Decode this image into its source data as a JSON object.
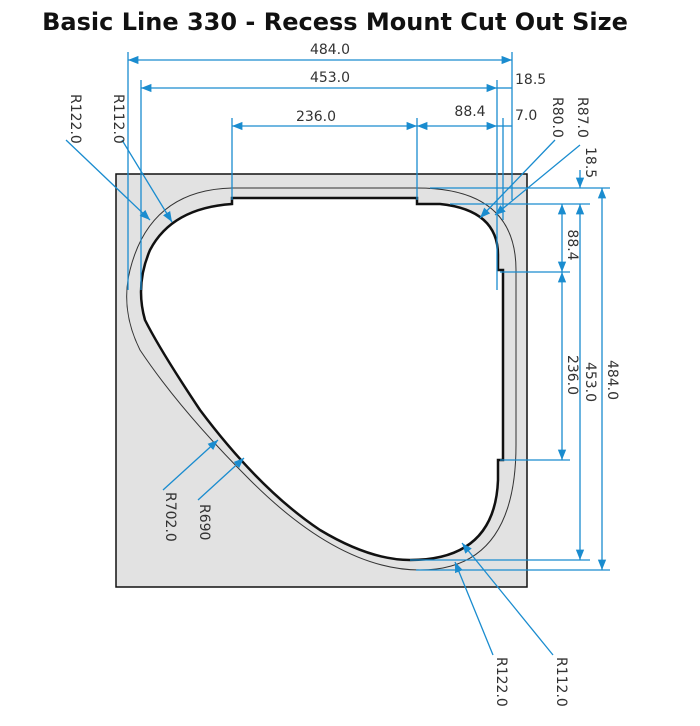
{
  "title": "Basic Line 330 - Recess Mount Cut Out Size",
  "colors": {
    "dimension": "#1a8ccf",
    "panel_fill": "#e2e2e2",
    "outline": "#111111",
    "cutout": "#ffffff"
  },
  "dimensions": {
    "width_outer": "484.0",
    "width_inner": "453.0",
    "width_top_edge": "236.0",
    "width_corner": "88.4",
    "offset_18_5_top": "18.5",
    "offset_7_0": "7.0",
    "height_outer": "484.0",
    "height_inner": "453.0",
    "height_side_edge": "236.0",
    "height_corner": "88.4",
    "offset_18_5_right": "18.5"
  },
  "radii": {
    "r122_top": "R122.0",
    "r112_top": "R112.0",
    "r80": "R80.0",
    "r87": "R87.0",
    "r702": "R702.0",
    "r690": "R690",
    "r122_bottom": "R122.0",
    "r112_bottom": "R112.0"
  }
}
